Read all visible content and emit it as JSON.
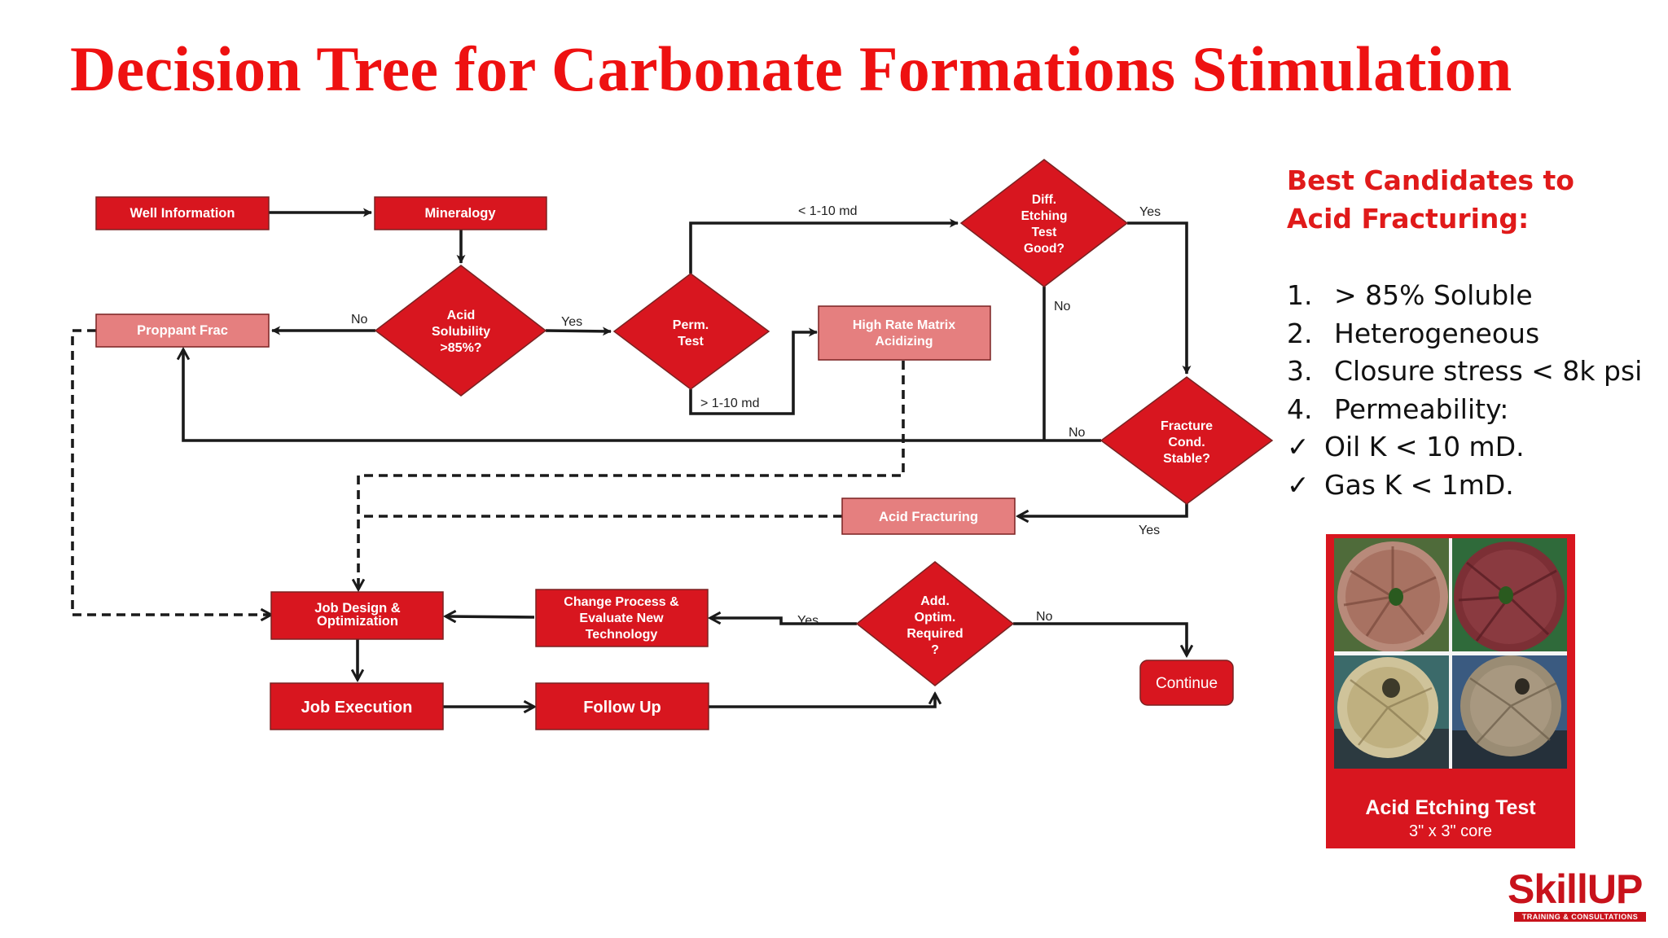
{
  "title": "Decision Tree for Carbonate Formations Stimulation",
  "flowchart": {
    "nodes": {
      "well_information": "Well Information",
      "mineralogy": "Mineralogy",
      "proppant_frac": "Proppant Frac",
      "acid_solubility": [
        "Acid",
        "Solubility",
        ">85%?"
      ],
      "perm_test": [
        "Perm.",
        "Test"
      ],
      "high_rate_matrix": [
        "High Rate Matrix",
        "Acidizing"
      ],
      "diff_etching": [
        "Diff.",
        "Etching",
        "Test",
        "Good?"
      ],
      "fracture_cond": [
        "Fracture",
        "Cond.",
        "Stable?"
      ],
      "acid_fracturing": "Acid Fracturing",
      "job_design": [
        "Job Design &",
        "Optimization"
      ],
      "change_process": [
        "Change Process &",
        "Evaluate New",
        "Technology"
      ],
      "add_optim": [
        "Add.",
        "Optim.",
        "Required",
        "?"
      ],
      "continue": "Continue",
      "job_execution": "Job Execution",
      "follow_up": "Follow Up"
    },
    "edge_labels": {
      "solubility_no": "No",
      "solubility_yes": "Yes",
      "perm_low": "< 1-10 md",
      "perm_high": "> 1-10 md",
      "etching_yes": "Yes",
      "etching_no": "No",
      "fracture_no": "No",
      "fracture_yes": "Yes",
      "optim_yes": "Yes",
      "optim_no": "No"
    },
    "colors": {
      "primary": "#d8161f",
      "light": "#e57f7f",
      "line": "#1a1a1a"
    }
  },
  "sidebar": {
    "heading": [
      "Best  Candidates to",
      "Acid Fracturing:"
    ],
    "items": [
      {
        "marker": "1.",
        "text": "> 85% Soluble"
      },
      {
        "marker": "2.",
        "text": "Heterogeneous"
      },
      {
        "marker": "3.",
        "text": "Closure stress < 8k psi"
      },
      {
        "marker": "4.",
        "text": "Permeability:"
      },
      {
        "marker": "✓",
        "text": "Oil K < 10 mD."
      },
      {
        "marker": "✓",
        "text": "Gas K < 1mD."
      }
    ]
  },
  "photo_card": {
    "title": "Acid Etching Test",
    "subtitle": "3\" x 3\" core"
  },
  "logo": {
    "name": "SkillUP",
    "tagline": "TRAINING & CONSULTATIONS"
  }
}
